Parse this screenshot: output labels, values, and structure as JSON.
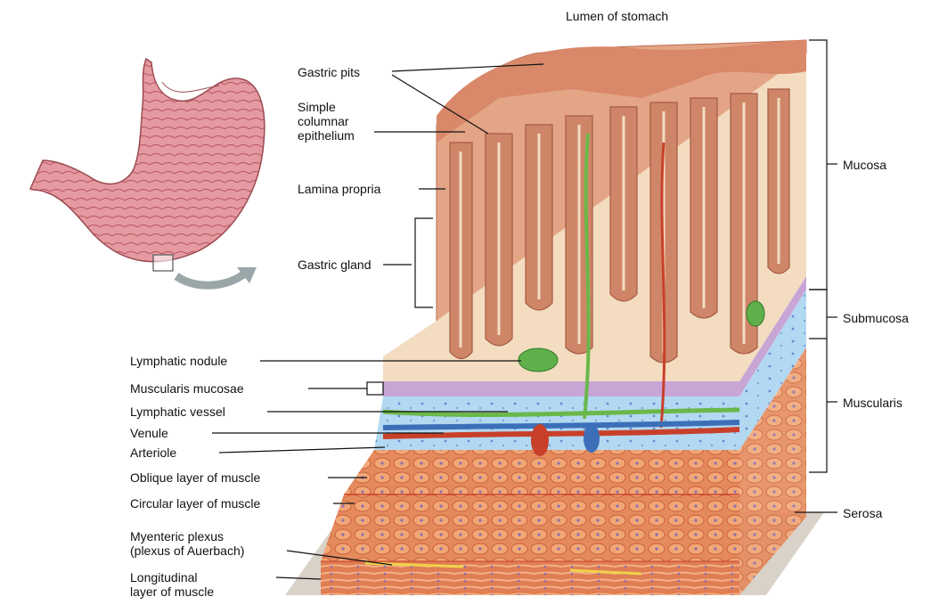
{
  "title": "Lumen of stomach",
  "labels": {
    "gastric_pits": "Gastric pits",
    "simple_columnar_1": "Simple",
    "simple_columnar_2": "columnar",
    "simple_columnar_3": "epithelium",
    "lamina_propria": "Lamina propria",
    "gastric_gland": "Gastric gland",
    "lymphatic_nodule": "Lymphatic nodule",
    "muscularis_mucosae": "Muscularis mucosae",
    "lymphatic_vessel": "Lymphatic vessel",
    "venule": "Venule",
    "arteriole": "Arteriole",
    "oblique_layer": "Oblique layer of muscle",
    "circular_layer": "Circular layer of muscle",
    "myenteric_1": "Myenteric plexus",
    "myenteric_2": "(plexus of Auerbach)",
    "longitudinal_1": "Longitudinal",
    "longitudinal_2": "layer of muscle"
  },
  "layers": {
    "mucosa": "Mucosa",
    "submucosa": "Submucosa",
    "muscularis": "Muscularis",
    "serosa": "Serosa"
  },
  "colors": {
    "mucosa_fill": "#f3dcc0",
    "gland": "#c9785c",
    "submucosa": "#a9d2ee",
    "muscle": "#e07a4e",
    "artery": "#c8402a",
    "vein": "#3c6fb8",
    "lymph": "#6ab84a"
  }
}
